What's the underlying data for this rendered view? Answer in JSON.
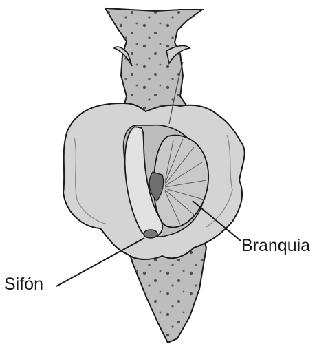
{
  "figure": {
    "subject": "sea-hare-aplysia-illustration",
    "labels": {
      "gill": "Branquia",
      "siphon": "Sifón"
    }
  },
  "colors": {
    "ink": "#1a1a1a",
    "body_fill": "#b9b9b9",
    "parapodia_fill": "#d2d2d2",
    "gill_fill": "#c4c4c4",
    "background": "#ffffff"
  }
}
